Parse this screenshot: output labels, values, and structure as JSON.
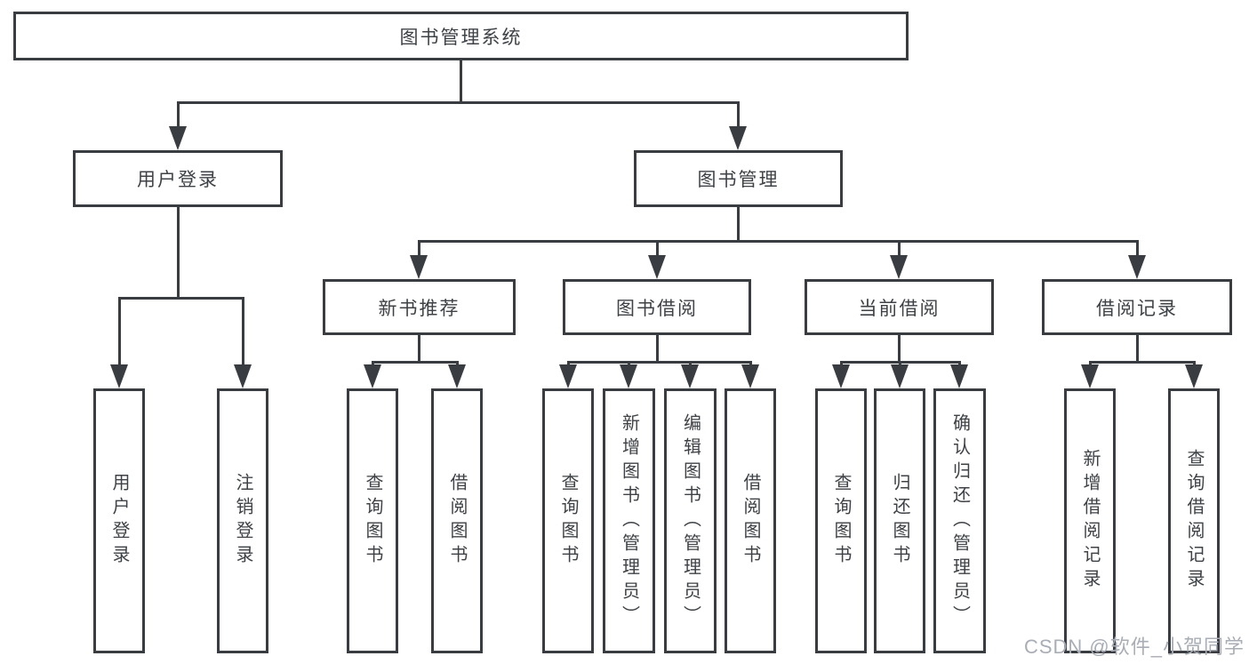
{
  "tree": {
    "root": {
      "label": "图书管理系统"
    },
    "branches": [
      {
        "label": "用户登录",
        "children": [
          {
            "label": "用户登录"
          },
          {
            "label": "注销登录"
          }
        ]
      },
      {
        "label": "图书管理",
        "children": [
          {
            "label": "新书推荐",
            "children": [
              {
                "label": "查询图书"
              },
              {
                "label": "借阅图书"
              }
            ]
          },
          {
            "label": "图书借阅",
            "children": [
              {
                "label": "查询图书"
              },
              {
                "label": "新增图书（管理员）"
              },
              {
                "label": "编辑图书（管理员）"
              },
              {
                "label": "借阅图书"
              }
            ]
          },
          {
            "label": "当前借阅",
            "children": [
              {
                "label": "查询图书"
              },
              {
                "label": "归还图书"
              },
              {
                "label": "确认归还（管理员）"
              }
            ]
          },
          {
            "label": "借阅记录",
            "children": [
              {
                "label": "新增借阅记录"
              },
              {
                "label": "查询借阅记录"
              }
            ]
          }
        ]
      }
    ]
  },
  "watermark": {
    "text": "CSDN @软件_小贺同学"
  },
  "colors": {
    "line": "#393c40",
    "text": "#3e4246",
    "background": "#ffffff",
    "watermark": "#a9adb6"
  }
}
